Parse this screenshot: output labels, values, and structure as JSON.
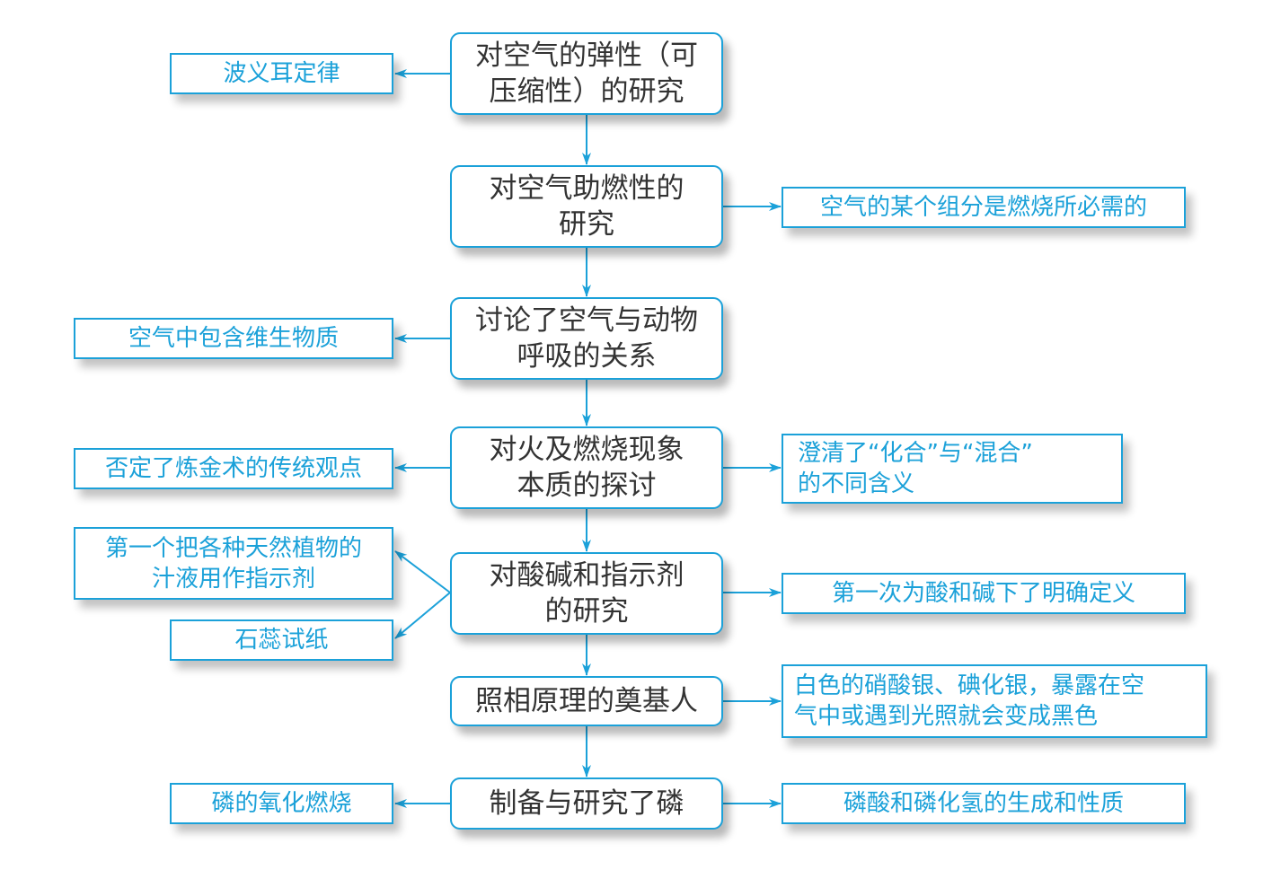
{
  "diagram": {
    "accent_color": "#1ba1d9",
    "center_nodes": [
      {
        "id": "c1",
        "text": "对空气的弹性（可\n压缩性）的研究"
      },
      {
        "id": "c2",
        "text": "对空气助燃性的\n研究"
      },
      {
        "id": "c3",
        "text": "讨论了空气与动物\n呼吸的关系"
      },
      {
        "id": "c4",
        "text": "对火及燃烧现象\n本质的探讨"
      },
      {
        "id": "c5",
        "text": "对酸碱和指示剂\n的研究"
      },
      {
        "id": "c6",
        "text": "照相原理的奠基人"
      },
      {
        "id": "c7",
        "text": "制备与研究了磷"
      }
    ],
    "side_nodes": [
      {
        "id": "l1",
        "text": "波义耳定律"
      },
      {
        "id": "r2",
        "text": "空气的某个组分是燃烧所必需的"
      },
      {
        "id": "l3",
        "text": "空气中包含维生物质"
      },
      {
        "id": "l4",
        "text": "否定了炼金术的传统观点"
      },
      {
        "id": "r4",
        "text": "澄清了“化合”与“混合”\n的不同含义"
      },
      {
        "id": "l5a",
        "text": "第一个把各种天然植物的\n汁液用作指示剂"
      },
      {
        "id": "l5b",
        "text": "石蕊试纸"
      },
      {
        "id": "r5",
        "text": "第一次为酸和碱下了明确定义"
      },
      {
        "id": "r6",
        "text": "白色的硝酸银、碘化银，暴露在空\n气中或遇到光照就会变成黑色"
      },
      {
        "id": "l7",
        "text": "磷的氧化燃烧"
      },
      {
        "id": "r7",
        "text": "磷酸和磷化氢的生成和性质"
      }
    ]
  }
}
